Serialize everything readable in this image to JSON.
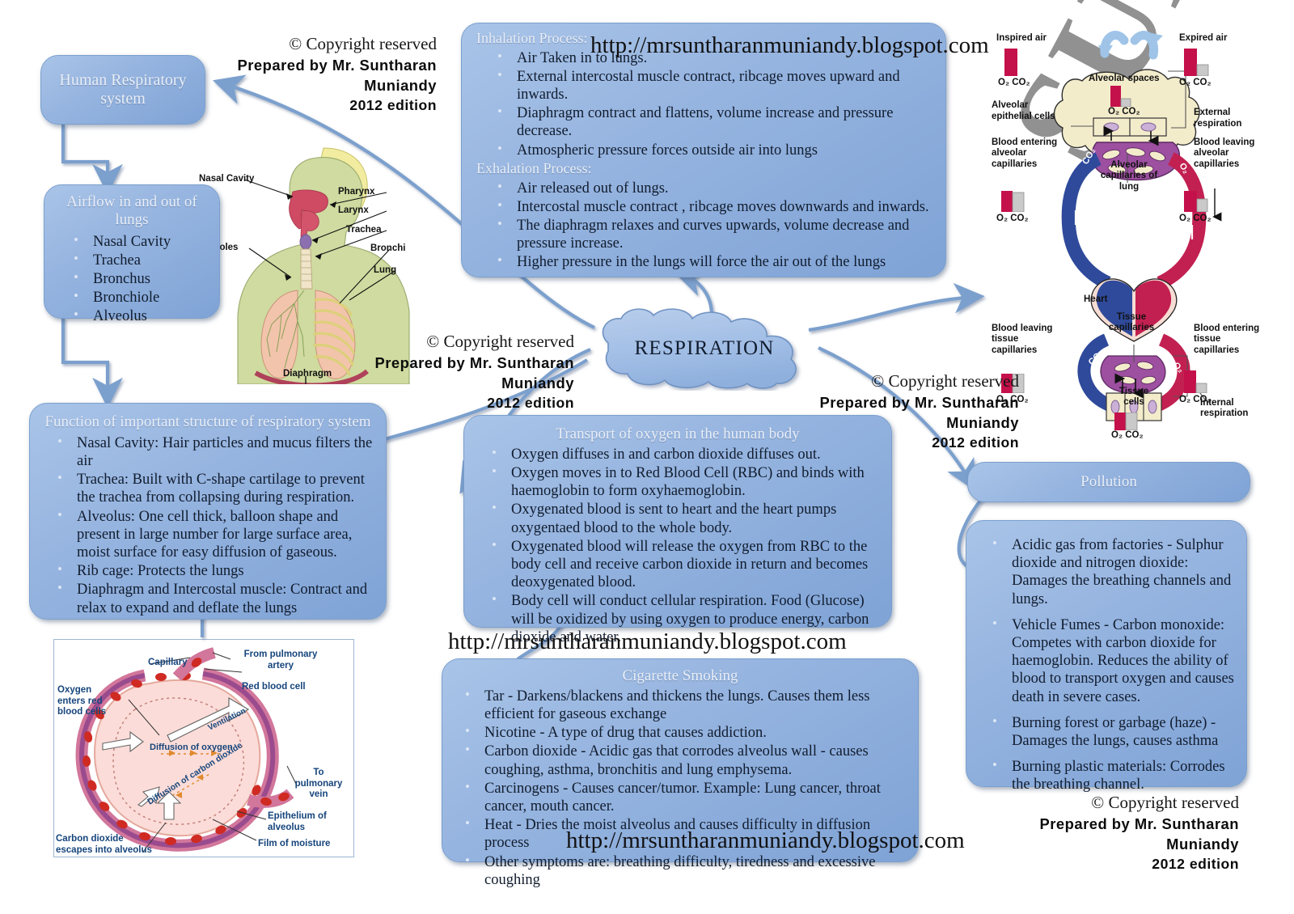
{
  "meta": {
    "watermark_text": "SUNTHARAN MUNIANDY",
    "url": "http://mrsuntharanmuniandy.blogspot.com"
  },
  "copyright": {
    "line1": "Copyright reserved",
    "line2": "Prepared by Mr. Suntharan",
    "line3": "Muniandy",
    "line4": "2012 edition",
    "symbol": "©"
  },
  "center": {
    "label": "RESPIRATION"
  },
  "nodes": {
    "human_respiratory_system": {
      "title": "Human Respiratory system"
    },
    "airflow": {
      "title": "Airflow in and out of lungs",
      "items": [
        "Nasal Cavity",
        "Trachea",
        "Bronchus",
        "Bronchiole",
        "Alveolus"
      ]
    },
    "breathing": {
      "inhalation_title": "Inhalation Process:",
      "inhalation_items": [
        "Air Taken in to lungs.",
        "External intercostal muscle contract, ribcage moves upward and inwards.",
        "Diaphragm contract and flattens, volume increase and pressure decrease.",
        "Atmospheric pressure forces outside air into lungs"
      ],
      "exhalation_title": "Exhalation Process:",
      "exhalation_items": [
        "Air released out of lungs.",
        "Intercostal muscle contract , ribcage moves downwards and inwards.",
        "The diaphragm relaxes and curves upwards, volume decrease and pressure increase.",
        "Higher pressure in the lungs will force the air out of the lungs"
      ]
    },
    "function_structure": {
      "title": "Function of important structure of respiratory system",
      "items": [
        "Nasal Cavity: Hair particles and mucus filters the air",
        "Trachea: Built with C-shape cartilage to prevent the trachea from collapsing during respiration.",
        "Alveolus: One cell thick, balloon shape and present in large number for large surface area, moist surface for easy diffusion of gaseous.",
        "Rib cage: Protects the lungs",
        "Diaphragm and Intercostal muscle: Contract and relax to expand and deflate the lungs"
      ]
    },
    "transport_oxygen": {
      "title": "Transport of oxygen in the human body",
      "items": [
        "Oxygen diffuses in and carbon dioxide diffuses out.",
        "Oxygen moves in to Red Blood Cell (RBC) and binds with haemoglobin to form oxyhaemoglobin.",
        "Oxygenated blood is sent to heart and the heart pumps oxygentaed blood to the whole body.",
        "Oxygenated blood will release the oxygen from RBC to the body cell and receive carbon dioxide in return and becomes deoxygenated blood.",
        "Body cell will conduct cellular respiration. Food (Glucose) will be oxidized by using oxygen to produce energy, carbon dioxide and water."
      ]
    },
    "cigarette_smoking": {
      "title": "Cigarette Smoking",
      "items": [
        "Tar - Darkens/blackens and thickens the lungs. Causes them less efficient for gaseous exchange",
        "Nicotine - A type of drug that causes addiction.",
        "Carbon dioxide - Acidic gas that corrodes alveolus wall - causes coughing, asthma, bronchitis and lung emphysema.",
        "Carcinogens - Causes cancer/tumor. Example: Lung cancer, throat cancer, mouth cancer.",
        "Heat - Dries the moist alveolus and causes difficulty in diffusion process",
        "Other symptoms are: breathing difficulty, tiredness and excessive coughing"
      ]
    },
    "pollution_header": {
      "title": "Pollution"
    },
    "pollution": {
      "items": [
        "Acidic gas from factories - Sulphur dioxide and nitrogen dioxide: Damages the breathing channels and lungs.",
        "Vehicle Fumes - Carbon monoxide: Competes with carbon dioxide for haemoglobin. Reduces the ability of blood to transport oxygen and causes death in severe cases.",
        "Burning forest or garbage (haze) - Damages the lungs, causes asthma",
        "Burning plastic materials: Corrodes the breathing channel."
      ]
    }
  },
  "figures": {
    "torso_diagram": {
      "labels": [
        "Nasal Cavity",
        "Pharynx",
        "Larynx",
        "Trachea",
        "Bronchi",
        "Bronchioles",
        "Lung",
        "Diaphragm"
      ]
    },
    "circulation_diagram": {
      "labels": [
        "Inspired air",
        "Expired air",
        "Alveolar spaces",
        "Alveolar epithelial cells",
        "External respiration",
        "Blood entering alveolar capillaries",
        "Blood leaving alveolar capillaries",
        "Alveolar capillaries of lung",
        "Heart",
        "Tissue capillaries",
        "Blood leaving tissue capillaries",
        "Blood entering tissue capillaries",
        "Tissue cells",
        "Internal respiration"
      ],
      "gas_label": "O₂ CO₂"
    },
    "alveolus_diagram": {
      "labels": [
        "From pulmonary artery",
        "Red blood cell",
        "Capillary",
        "Oxygen enters red blood cells",
        "Diffusion of oxygen",
        "Diffusion of carbon dioxide",
        "Ventilation",
        "To pulmonary vein",
        "Epithelium of alveolus",
        "Film of moisture",
        "Carbon dioxide escapes into alveolus"
      ]
    }
  },
  "colors": {
    "node_fill_top": "#a9c4e8",
    "node_fill_bottom": "#7fa3d6",
    "node_border": "#7ba0cd",
    "connector": "#7ba0cd",
    "watermark": "#8c8c8c",
    "title_text": "#e8eef8",
    "body_text": "#111c2e"
  }
}
